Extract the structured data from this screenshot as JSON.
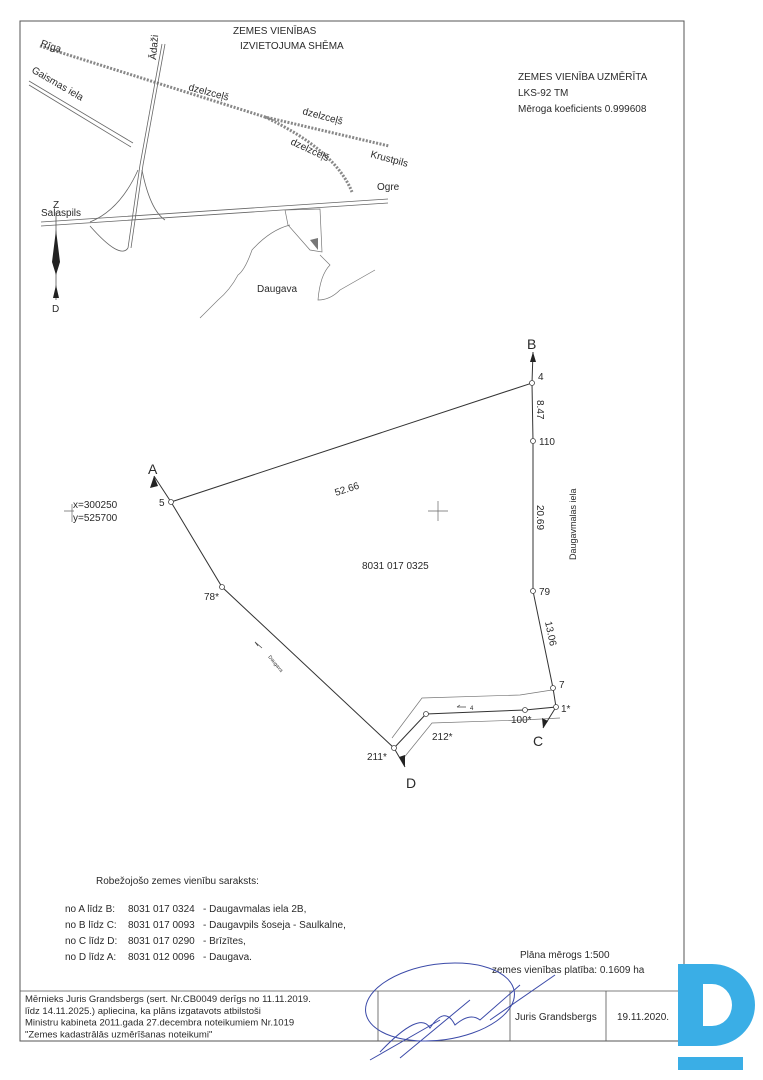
{
  "scheme": {
    "title_line1": "ZEMES VIENĪBAS",
    "title_line2": "IZVIETOJUMA SHĒMA",
    "labels": {
      "riga": "Rīga",
      "gaismas": "Gaismas iela",
      "adazi": "Ādaži",
      "rail1": "dzelzceļš",
      "rail2": "dzelzceļš",
      "rail3": "dzelzceļš",
      "krustpils": "Krustpils",
      "ogre": "Ogre",
      "salaspils": "Salaspils",
      "daugava": "Daugava"
    }
  },
  "survey_info": {
    "line1": "ZEMES VIENĪBA UZMĒRĪTA",
    "line2": "LKS-92 TM",
    "line3": "Mēroga koeficients 0.999608"
  },
  "north_arrow": {
    "top": "Z",
    "bottom": "D"
  },
  "plan": {
    "parcel_id": "8031 017 0325",
    "coord_x": "x=300250",
    "coord_y": "y=525700",
    "street": "Daugavmalas iela",
    "river_label": "Daugava",
    "ditch_label": "4",
    "corners": {
      "A": "A",
      "B": "B",
      "C": "C",
      "D": "D"
    },
    "points": {
      "p5": "5",
      "p4": "4",
      "p110": "110",
      "p79": "79",
      "p7": "7",
      "p1": "1*",
      "p100": "100*",
      "p212": "212*",
      "p211": "211*",
      "p78": "78*"
    },
    "distances": {
      "d1": "52.66",
      "d2": "8.47",
      "d3": "20.69",
      "d4": "13.06"
    }
  },
  "neighbours": {
    "title": "Robežojošo zemes vienību saraksts:",
    "rows": [
      {
        "range": "no A līdz B:",
        "code": "8031 017 0324",
        "name": "- Daugavmalas iela 2B,"
      },
      {
        "range": "no B līdz C:",
        "code": "8031 017 0093",
        "name": "- Daugavpils šoseja - Saulkalne,"
      },
      {
        "range": "no C līdz D:",
        "code": "8031 017 0290",
        "name": "- Brīzītes,"
      },
      {
        "range": "no D līdz A:",
        "code": "8031 012 0096",
        "name": "- Daugava."
      }
    ]
  },
  "scale": {
    "line1": "Plāna mērogs 1:500",
    "line2": "zemes vienības platība: 0.1609 ha"
  },
  "footer": {
    "statement": [
      "Mērnieks Juris Grandsbergs (sert. Nr.CB0049 derīgs no 11.11.2019.",
      "līdz 14.11.2025.) apliecina, ka plāns izgatavots atbilstoši",
      "Ministru kabineta 2011.gada 27.decembra noteikumiem Nr.1019",
      "\"Zemes kadastrālās uzmērīšanas noteikumi\""
    ],
    "name": "Juris Grandsbergs",
    "date": "19.11.2020."
  },
  "colors": {
    "logo": "#3aaee6",
    "signature": "#3b4aa8"
  }
}
